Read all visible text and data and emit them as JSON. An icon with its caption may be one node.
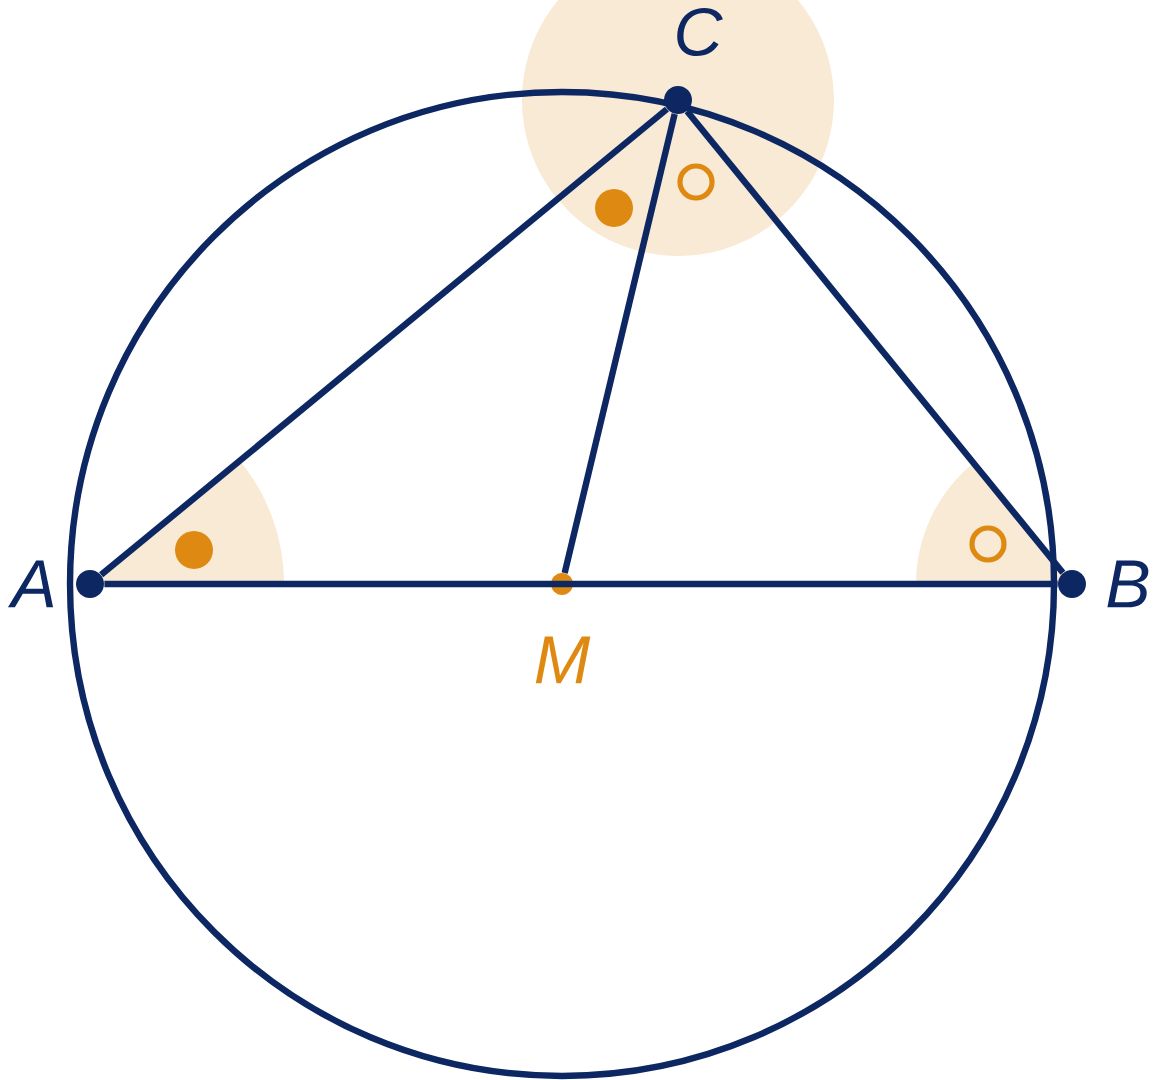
{
  "diagram": {
    "nodes": [
      {
        "text": [
          "A"
        ]
      },
      {
        "text": [
          "B"
        ]
      },
      {
        "text": [
          "C"
        ]
      },
      {
        "text": [
          "M"
        ]
      }
    ],
    "edges": [
      {
        "from": 0,
        "to": 1,
        "arrow": "none"
      },
      {
        "from": 0,
        "to": 2,
        "arrow": "none"
      },
      {
        "from": 2,
        "to": 1,
        "arrow": "none"
      },
      {
        "from": 2,
        "to": 3,
        "arrow": "none"
      }
    ]
  }
}
